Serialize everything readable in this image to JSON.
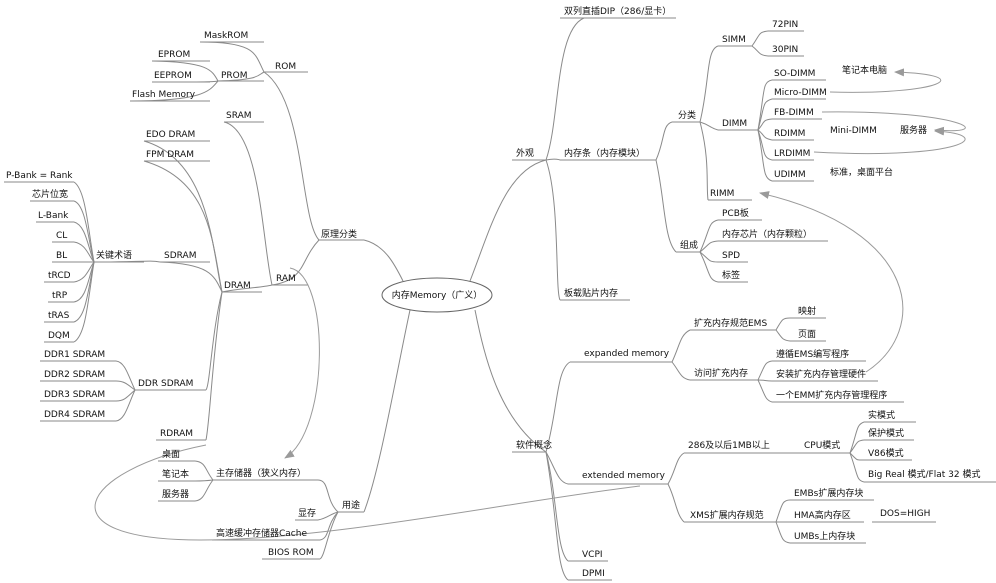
{
  "nodes": {
    "root": "内存Memory（广义）",
    "yuanli": "原理分类",
    "rom": "ROM",
    "maskrom": "MaskROM",
    "prom": "PROM",
    "eprom": "EPROM",
    "eeprom": "EEPROM",
    "flash": "Flash Memory",
    "ram": "RAM",
    "sram": "SRAM",
    "dram": "DRAM",
    "edo": "EDO DRAM",
    "fpm": "FPM DRAM",
    "sdram": "SDRAM",
    "terms": "关键术语",
    "t_pbank": "P-Bank = Rank",
    "t_width": "芯片位宽",
    "t_lbank": "L-Bank",
    "t_cl": "CL",
    "t_bl": "BL",
    "t_trcd": "tRCD",
    "t_trp": "tRP",
    "t_tras": "tRAS",
    "t_dqm": "DQM",
    "ddr": "DDR SDRAM",
    "ddr1": "DDR1 SDRAM",
    "ddr2": "DDR2 SDRAM",
    "ddr3": "DDR3 SDRAM",
    "ddr4": "DDR4 SDRAM",
    "rdram": "RDRAM",
    "yongtu": "用途",
    "zhucun": "主存储器（狭义内存）",
    "desktop": "桌面",
    "notebook": "笔记本",
    "server": "服务器",
    "xiancun": "显存",
    "cache": "高速缓冲存储器Cache",
    "bios": "BIOS ROM",
    "waiguan": "外观",
    "dip": "双列直插DIP（286/显卡）",
    "neicuntiao": "内存条（内存模块）",
    "fenlei": "分类",
    "simm": "SIMM",
    "pin72": "72PIN",
    "pin30": "30PIN",
    "dimm": "DIMM",
    "sodimm": "SO-DIMM",
    "microdimm": "Micro-DIMM",
    "fbdimm": "FB-DIMM",
    "rdimm": "RDIMM",
    "lrdimm": "LRDIMM",
    "udimm": "UDIMM",
    "rimm": "RIMM",
    "zucheng": "组成",
    "pcb": "PCB板",
    "chip": "内存芯片（内存颗粒）",
    "spd": "SPD",
    "biaoqian": "标签",
    "banzai": "板载贴片内存",
    "ruanjian": "软件概念",
    "expanded": "expanded memory",
    "ems": "扩充内存规范EMS",
    "yingshe": "映射",
    "yemian": "页面",
    "fangwen": "访问扩充内存",
    "z1": "遵循EMS编写程序",
    "z2": "安装扩充内存管理硬件",
    "z3": "一个EMM扩充内存管理程序",
    "extended": "extended memory",
    "above": "286及以后1MB以上",
    "cpu": "CPU模式",
    "m_real": "实模式",
    "m_prot": "保护模式",
    "m_v86": "V86模式",
    "m_big": "Big Real 模式/Flat 32 模式",
    "xms": "XMS扩展内存规范",
    "embs": "EMBs扩展内存块",
    "hma": "HMA高内存区",
    "dos": "DOS=HIGH",
    "umbs": "UMBs上内存块",
    "vcpi": "VCPI",
    "dpmi": "DPMI"
  },
  "annotations": {
    "notebook_pc": "笔记本电脑",
    "mini_dimm": "Mini-DIMM",
    "server": "服务器",
    "std_desktop": "标准，桌面平台"
  },
  "colors": {
    "line": "#8a8a8a",
    "text": "#111111",
    "background": "#ffffff"
  }
}
